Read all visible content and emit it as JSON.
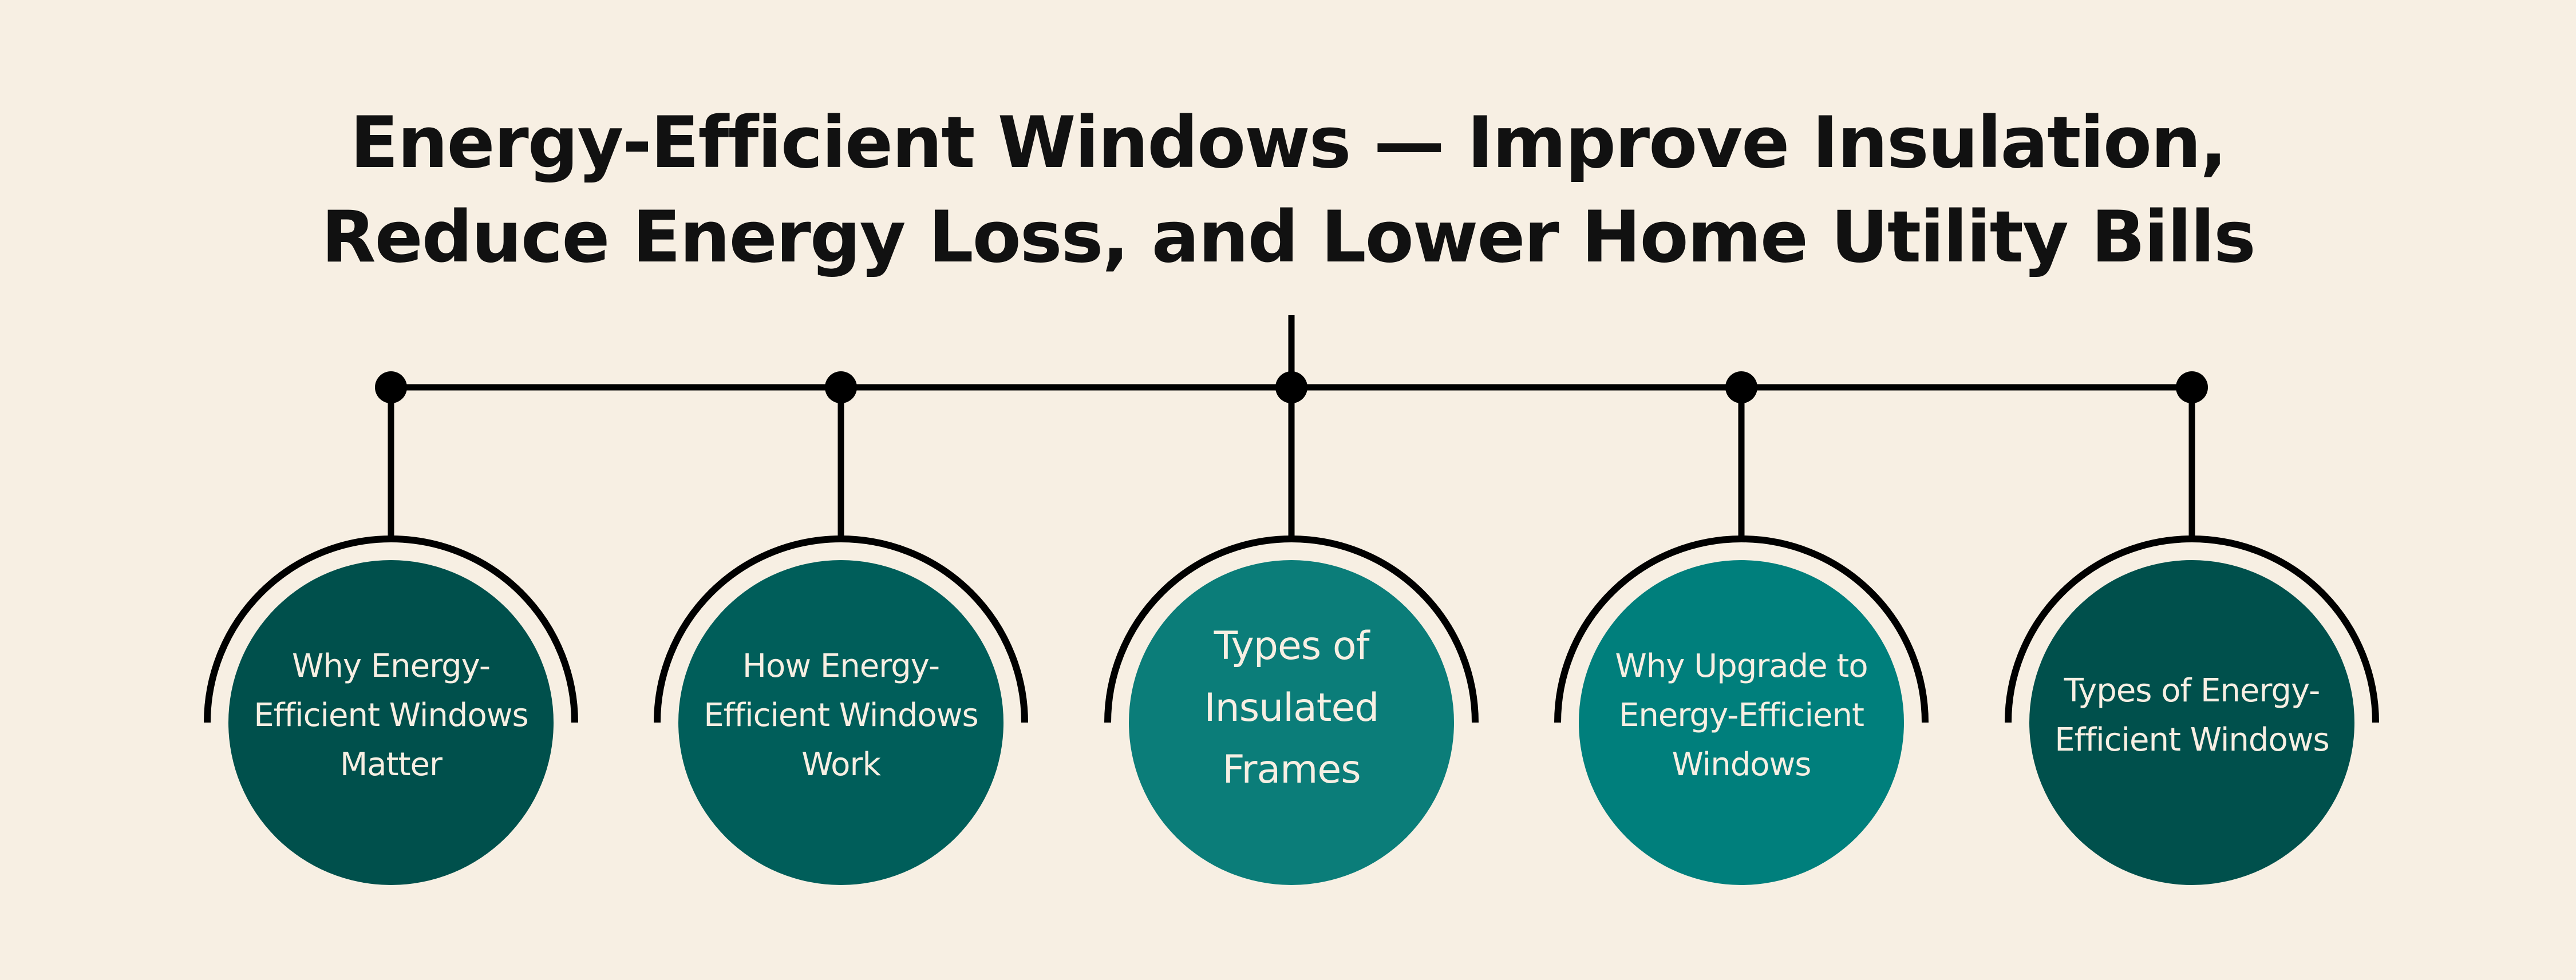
{
  "title": {
    "line1": "Energy-Efficient Windows — Improve Insulation,",
    "line2": "Reduce Energy Loss, and Lower Home Utility Bills"
  },
  "nodes": [
    {
      "label": "Why Energy-Efficient Windows Matter",
      "color": "#00504c"
    },
    {
      "label": "How Energy-Efficient Windows Work",
      "color": "#005e5a"
    },
    {
      "label": "Types of Insulated Frames",
      "color": "#0b7d79"
    },
    {
      "label": "Why Upgrade to Energy-Efficient Windows",
      "color": "#007f7c"
    },
    {
      "label": "Types of Energy-Efficient Windows",
      "color": "#00504c"
    }
  ],
  "colors": {
    "background": "#f7efe3",
    "line": "#000000",
    "text": "#f7efe3"
  }
}
